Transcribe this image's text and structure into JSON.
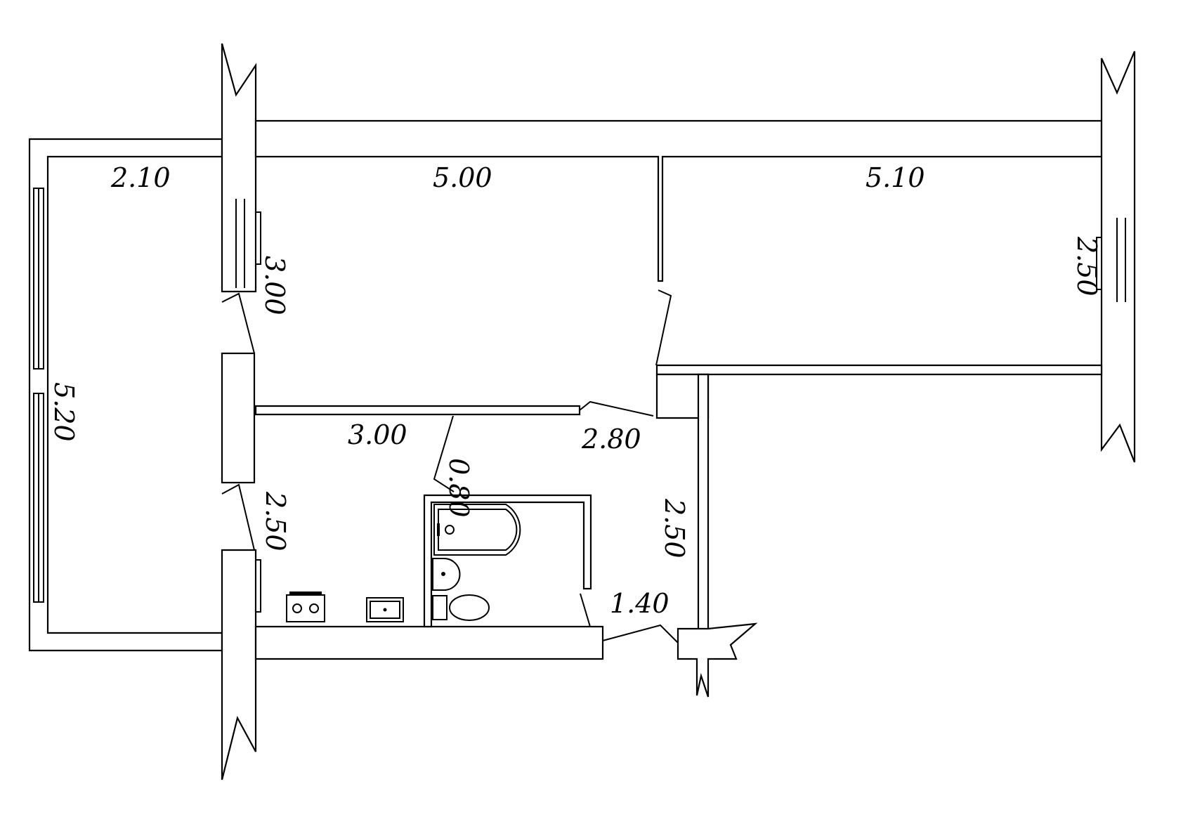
{
  "plan": {
    "dimensions": {
      "balcony_width": "2.10",
      "balcony_length": "5.20",
      "room_left_width": "5.00",
      "room_left_depth": "3.00",
      "room_right_width": "5.10",
      "room_right_depth": "2.50",
      "kitchen_width": "3.00",
      "kitchen_depth": "2.50",
      "door_width": "0.80",
      "hall_width": "2.80",
      "hall_depth": "2.50",
      "entry_width": "1.40"
    }
  }
}
